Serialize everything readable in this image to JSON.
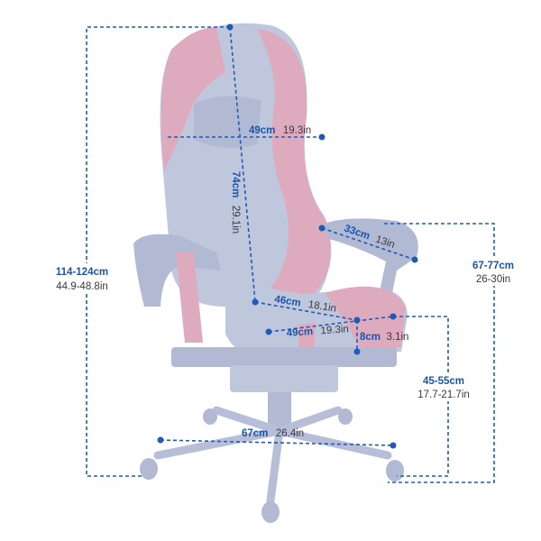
{
  "colors": {
    "dimension_line": "#1f5bb5",
    "cm_text": "#1a55a8",
    "in_text": "#3a3a3a",
    "chair_body": "#b9c1da",
    "chair_accent": "#dba3b8"
  },
  "dimensions": {
    "overall_height": {
      "cm": "114-124cm",
      "in": "44.9-48.8in"
    },
    "headrest_width": {
      "cm": "49cm",
      "in": "19.3in"
    },
    "backrest_height": {
      "cm": "74cm",
      "in": "29.1in"
    },
    "armrest_length": {
      "cm": "33cm",
      "in": "13in"
    },
    "armrest_height": {
      "cm": "67-77cm",
      "in": "26-30in"
    },
    "seat_depth": {
      "cm": "46cm",
      "in": "18.1in"
    },
    "seat_width": {
      "cm": "49cm",
      "in": "19.3in"
    },
    "seat_thickness": {
      "cm": "8cm",
      "in": "3.1in"
    },
    "seat_height": {
      "cm": "45-55cm",
      "in": "17.7-21.7in"
    },
    "base_width": {
      "cm": "67cm",
      "in": "26.4in"
    }
  }
}
